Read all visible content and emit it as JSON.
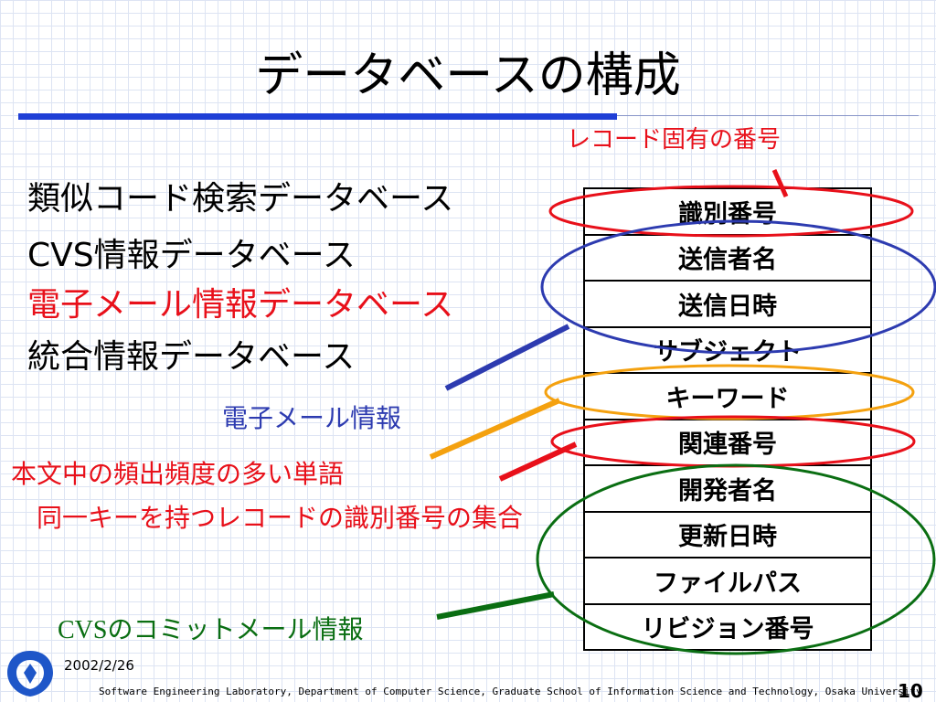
{
  "slide": {
    "title": "データベースの構成",
    "record_label": "レコード固有の番号",
    "databases": [
      {
        "label": "類似コード検索データベース",
        "color": "#000000"
      },
      {
        "label": "CVS情報データベース",
        "color": "#000000"
      },
      {
        "label": "電子メール情報データベース",
        "color": "#e8101a"
      },
      {
        "label": "統合情報データベース",
        "color": "#000000"
      }
    ],
    "fields": [
      "識別番号",
      "送信者名",
      "送信日時",
      "サブジェクト",
      "キーワード",
      "関連番号",
      "開発者名",
      "更新日時",
      "ファイルパス",
      "リビジョン番号"
    ],
    "annotations": {
      "email_info": "電子メール情報",
      "frequent_words": "本文中の頻出頻度の多い単語",
      "same_key_set": "同一キーを持つレコードの識別番号の集合",
      "cvs_commit": "CVSのコミットメール情報"
    },
    "colors": {
      "red": "#e8101a",
      "blue": "#2d3bb0",
      "orange": "#f4a10f",
      "green": "#0a6e12",
      "accent_rule": "#1f3fd6"
    }
  },
  "footer": {
    "date": "2002/2/26",
    "affiliation": "Software Engineering Laboratory, Department of Computer Science, Graduate School of Information Science and Technology, Osaka University",
    "page": "10",
    "logo_icon": "osaka-university-logo-icon"
  }
}
